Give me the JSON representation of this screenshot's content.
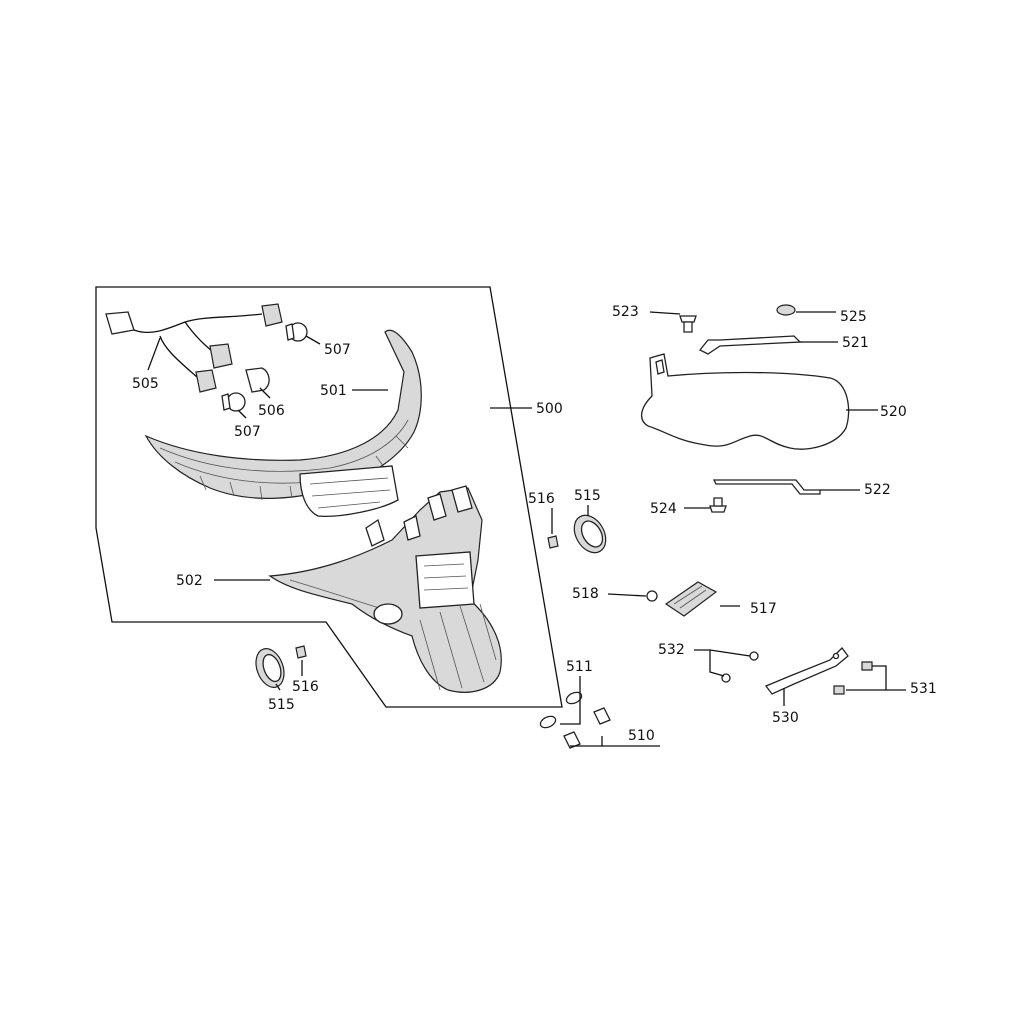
{
  "labels": {
    "l500": "500",
    "l501": "501",
    "l502": "502",
    "l505": "505",
    "l506": "506",
    "l507a": "507",
    "l507b": "507",
    "l510": "510",
    "l511": "511",
    "l515a": "515",
    "l515b": "515",
    "l516a": "516",
    "l516b": "516",
    "l517": "517",
    "l518": "518",
    "l520": "520",
    "l521": "521",
    "l522": "522",
    "l523": "523",
    "l524": "524",
    "l525": "525",
    "l530": "530",
    "l531": "531",
    "l532": "532"
  }
}
